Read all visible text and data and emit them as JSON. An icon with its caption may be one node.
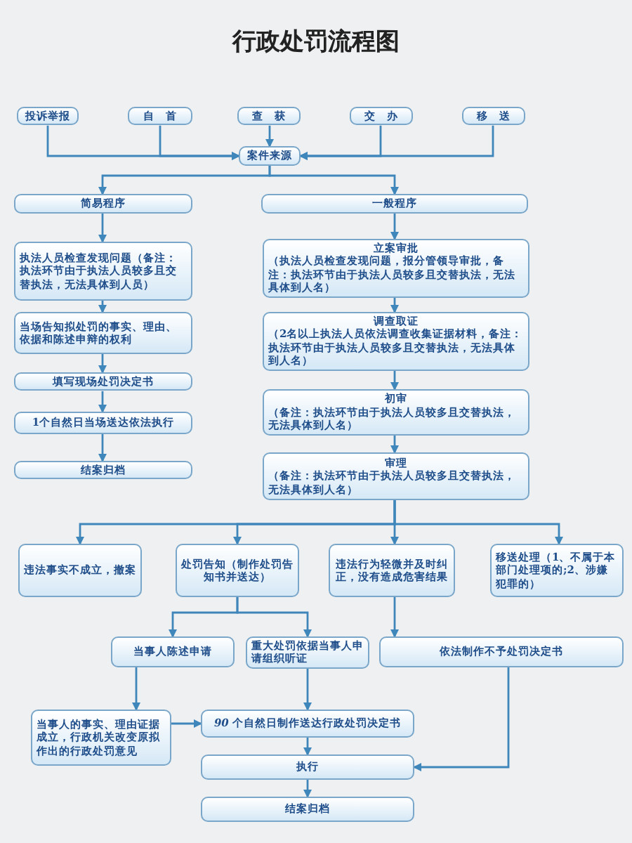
{
  "diagram": {
    "title": "行政处罚流程图",
    "nodes": [
      {
        "text": [
          "投诉举报"
        ]
      },
      {
        "text": [
          "自　首"
        ]
      },
      {
        "text": [
          "查　获"
        ]
      },
      {
        "text": [
          "交　办"
        ]
      },
      {
        "text": [
          "移　送"
        ]
      },
      {
        "text": [
          "案件来源"
        ]
      },
      {
        "text": [
          "简易程序"
        ]
      },
      {
        "text": [
          "一般程序"
        ]
      },
      {
        "text": [
          "执法人员检查发现问题（备注：执法环节由于执法人员较多且交替执法，无法具体到人员）"
        ]
      },
      {
        "text": [
          "当场告知拟处罚的事实、理由、依据和陈述申辩的权利"
        ]
      },
      {
        "text": [
          "填写现场处罚决定书"
        ]
      },
      {
        "text": [
          "1个自然日当场送达依法执行"
        ]
      },
      {
        "text": [
          "结案归档"
        ]
      },
      {
        "text": [
          "立案审批",
          "（执法人员检查发现问题，报分管领导审批，备注：执法环节由于执法人员较多且交替执法，无法具体到人名）"
        ]
      },
      {
        "text": [
          "调查取证",
          "（2名以上执法人员依法调查收集证据材料，备注：执法环节由于执法人员较多且交替执法，无法具体到人名）"
        ]
      },
      {
        "text": [
          "初审",
          "（备注：执法环节由于执法人员较多且交替执法，无法具体到人名）"
        ]
      },
      {
        "text": [
          "审理",
          "（备注：执法环节由于执法人员较多且交替执法，无法具体到人名）"
        ]
      },
      {
        "text": [
          "违法事实不成立，撤案"
        ]
      },
      {
        "text": [
          "处罚告知（制作处罚告知书并送达）"
        ]
      },
      {
        "text": [
          "违法行为轻微并及时纠正，没有造成危害结果"
        ]
      },
      {
        "text": [
          "移送处理（1、不属于本部门处理项的;2、涉嫌犯罪的）"
        ]
      },
      {
        "text": [
          "当事人陈述申请"
        ]
      },
      {
        "text": [
          "重大处罚依据当事人申请组织听证"
        ]
      },
      {
        "text": [
          "依法制作不予处罚决定书"
        ]
      },
      {
        "text": [
          "当事人的事实、理由证据成立，行政机关改变原拟作出的行政处罚意见"
        ]
      },
      {
        "text": [
          "*90* 个自然日制作送达行政处罚决定书"
        ]
      },
      {
        "text": [
          "执行"
        ]
      },
      {
        "text": [
          "结案归档"
        ]
      }
    ],
    "edges": [
      {
        "from": 0,
        "to": 5,
        "arrow": "to"
      },
      {
        "from": 1,
        "to": 5,
        "arrow": "to"
      },
      {
        "from": 2,
        "to": 5,
        "arrow": "to"
      },
      {
        "from": 3,
        "to": 5,
        "arrow": "to"
      },
      {
        "from": 4,
        "to": 5,
        "arrow": "to"
      },
      {
        "from": 5,
        "to": 6,
        "arrow": "to"
      },
      {
        "from": 5,
        "to": 7,
        "arrow": "to"
      },
      {
        "from": 6,
        "to": 8,
        "arrow": "to"
      },
      {
        "from": 8,
        "to": 9,
        "arrow": "to"
      },
      {
        "from": 9,
        "to": 10,
        "arrow": "to"
      },
      {
        "from": 10,
        "to": 11,
        "arrow": "to"
      },
      {
        "from": 11,
        "to": 12,
        "arrow": "to"
      },
      {
        "from": 7,
        "to": 13,
        "arrow": "to"
      },
      {
        "from": 13,
        "to": 14,
        "arrow": "to"
      },
      {
        "from": 14,
        "to": 15,
        "arrow": "to"
      },
      {
        "from": 15,
        "to": 16,
        "arrow": "to"
      },
      {
        "from": 16,
        "to": 17,
        "arrow": "to"
      },
      {
        "from": 16,
        "to": 18,
        "arrow": "to"
      },
      {
        "from": 16,
        "to": 19,
        "arrow": "to"
      },
      {
        "from": 16,
        "to": 20,
        "arrow": "to"
      },
      {
        "from": 18,
        "to": 21,
        "arrow": "to"
      },
      {
        "from": 18,
        "to": 22,
        "arrow": "to"
      },
      {
        "from": 19,
        "to": 23,
        "arrow": "to"
      },
      {
        "from": 21,
        "to": 24,
        "arrow": "to"
      },
      {
        "from": 22,
        "to": 25,
        "arrow": "to"
      },
      {
        "from": 24,
        "to": 25,
        "arrow": "to"
      },
      {
        "from": 25,
        "to": 26,
        "arrow": "to"
      },
      {
        "from": 23,
        "to": 26,
        "arrow": "to"
      },
      {
        "from": 26,
        "to": 27,
        "arrow": "to"
      }
    ]
  }
}
